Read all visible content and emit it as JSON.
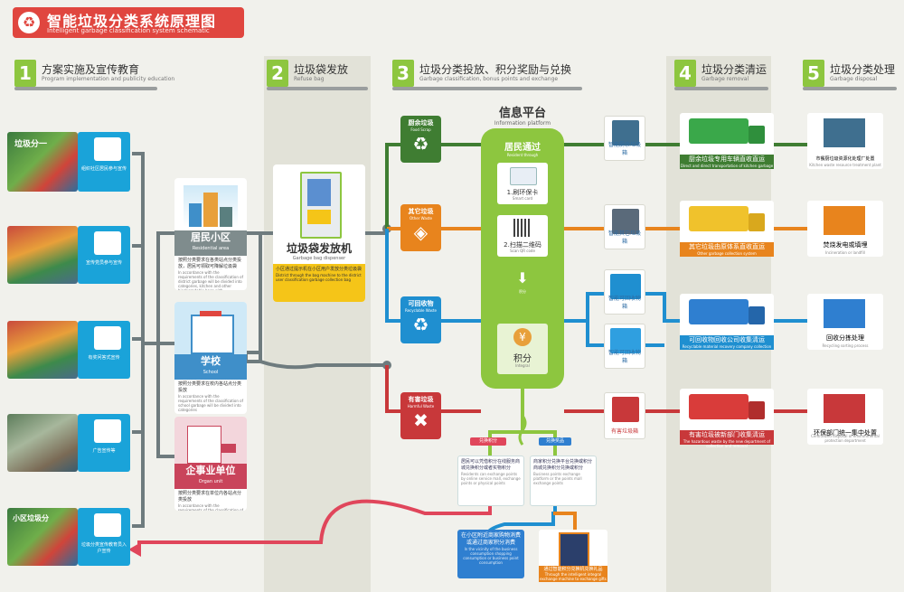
{
  "title": {
    "cn": "智能垃圾分类系统原理图",
    "en": "Intelligent garbage classification system schematic"
  },
  "steps": [
    {
      "num": "1",
      "cn": "方案实施及宣传教育",
      "en": "Program implementation and publicity education"
    },
    {
      "num": "2",
      "cn": "垃圾袋发放",
      "en": "Refuse bag"
    },
    {
      "num": "3",
      "cn": "垃圾分类投放、积分奖励与兑换",
      "en": "Garbage classification, bonus points and exchange"
    },
    {
      "num": "4",
      "cn": "垃圾分类清运",
      "en": "Garbage removal"
    },
    {
      "num": "5",
      "cn": "垃圾分类处理",
      "en": "Garbage disposal"
    }
  ],
  "education": [
    {
      "photo_text": "垃圾分一",
      "label": "组织社区居民参与宣传"
    },
    {
      "photo_text": "",
      "label": "宣传党员参与宣传"
    },
    {
      "photo_text": "",
      "label": "有奖问答式宣传"
    },
    {
      "photo_text": "",
      "label": "广告宣传等"
    },
    {
      "photo_text": "小区垃圾分",
      "label": "垃圾分类宣传教育员入户宣传"
    }
  ],
  "units": [
    {
      "cn": "居民小区",
      "en": "Residential area",
      "body": "按照分类要求在各类站点分类投放，居民可领取可降解垃圾袋",
      "body_en": "In accordance with the requirements of the classification of district garbage will be divided into categories, kitchen and other biodegradable bags with biodegradable",
      "color": "#7f8c8d"
    },
    {
      "cn": "学校",
      "en": "School",
      "body": "按照分类要求在校内各站点分类投放",
      "body_en": "In accordance with the requirements of the classification of school garbage will be divided into categories",
      "color": "#3f8fc9"
    },
    {
      "cn": "企事业单位",
      "en": "Organ unit",
      "body": "按照分类要求在单位内各站点分类投放",
      "body_en": "In accordance with the requirements of the classification of unit garbage will be divided into categories",
      "color": "#c9445b"
    }
  ],
  "dispenser": {
    "cn": "垃圾袋发放机",
    "en": "Garbage bag dispenser",
    "body": "小区通过提示机在小区用户发放分类垃圾袋",
    "body_en": "District through the bag machine to the district user classification garbage collection bag"
  },
  "categories": [
    {
      "cn": "厨余垃圾",
      "en": "Food Scrap",
      "color": "#3f7d32",
      "sym": "♻"
    },
    {
      "cn": "其它垃圾",
      "en": "Other Waste",
      "color": "#e8841d",
      "sym": "◈"
    },
    {
      "cn": "可回收物",
      "en": "Recyclable Waste",
      "color": "#1f8fd0",
      "sym": "♻"
    },
    {
      "cn": "有害垃圾",
      "en": "Harmful Waste",
      "color": "#c8383a",
      "sym": "✖"
    }
  ],
  "platform": {
    "title": "信息平台",
    "title_en": "Information platform",
    "resident": "居民通过",
    "resident_en": "Resident through",
    "card": "1.刷环保卡",
    "card_en": "Smart card",
    "qr": "2.扫描二维码",
    "qr_en": "Scan QR code",
    "arrow": "积分",
    "points": "积分",
    "points_en": "Integral"
  },
  "bins": [
    {
      "cn": "智能厨余垃圾箱",
      "en": "Intelligent kitchen waste bin"
    },
    {
      "cn": "智能其它垃圾箱",
      "en": "Intelligent other waste bin"
    },
    {
      "cn": "智能可回收物箱",
      "en": "Intelligent recyclable bin"
    },
    {
      "cn": "智能可回收物箱",
      "en": "Intelligent recyclable bin"
    },
    {
      "cn": "有害垃圾箱",
      "en": "Harmful waste bin"
    }
  ],
  "trucks": [
    {
      "cn": "厨余垃圾专用车辆直收直运",
      "en": "Direct and direct transportation of kitchen garbage"
    },
    {
      "cn": "其它垃圾由原体系直收直运",
      "en": "Other garbage collection system"
    },
    {
      "cn": "可回收物回收公司收集清运",
      "en": "Recyclable material recovery company collection"
    },
    {
      "cn": "有害垃圾被新部门收集清运",
      "en": "The hazardous waste by the new department of collection and removal"
    }
  ],
  "plants": [
    {
      "cn": "市餐厨垃圾资源化处理厂处置",
      "en": "Kitchen waste resource treatment plant"
    },
    {
      "cn": "焚烧发电或填埋",
      "en": "Incineration or landfill"
    },
    {
      "cn": "回收分拣处理",
      "en": "Recycling sorting process"
    },
    {
      "cn": "环保部门统一集中处置",
      "en": "Centralized disposal of environmental protection department"
    }
  ],
  "exchange": {
    "tag_left": "兑换积分",
    "tag_right": "兑换奖品",
    "note_left": "居民可以凭借积分在线服务商城兑换积分或者实物积分",
    "note_left_en": "Residents can exchange points by online service mall, exchange points or physical points",
    "note_right": "商家积分兑换平台兑换或积分商城兑换积分兑换或积分",
    "note_right_en": "Business points exchange platform or the points mall exchange points",
    "bottom_left": "在小区附近商家购物消费或通过商家积分消费",
    "bottom_left_en": "In the vicinity of the business consumption shopping consumption or business point consumption",
    "bottom_right": "通过智能积分兑换机兑换礼品",
    "bottom_right_en": "Through the intelligent integral exchange machine to exchange gifts"
  },
  "colors": {
    "green": "#8dc63f",
    "dark_green": "#3f7d32",
    "orange": "#e8841d",
    "blue": "#1f8fd0",
    "red": "#c8383a",
    "line": "#6e7b7e"
  }
}
